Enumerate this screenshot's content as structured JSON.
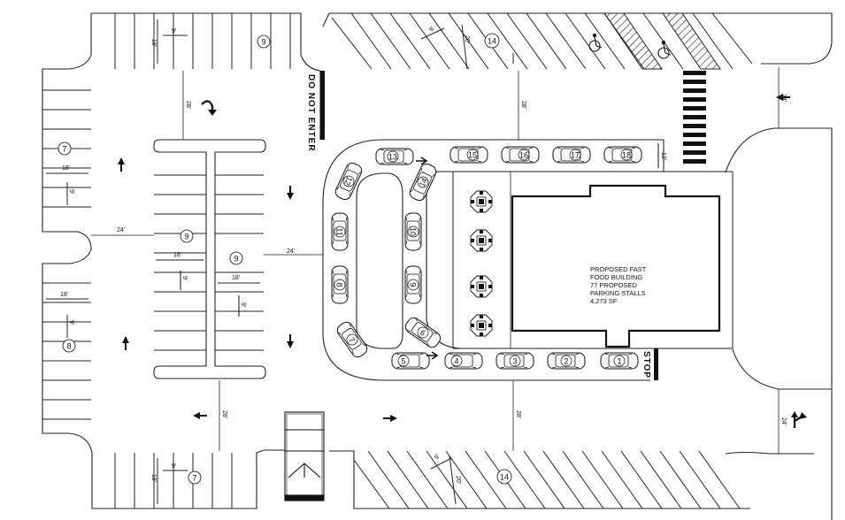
{
  "signs": {
    "do_not_enter": "DO NOT ENTER",
    "stop": "STOP"
  },
  "building": {
    "lines": [
      "PROPOSED FAST",
      "FOOD BUILDING",
      "77 PROPOSED",
      "PARKING STALLS",
      "4,273 SF"
    ]
  },
  "stall_counts": {
    "top_left": "9",
    "left_upper": "7",
    "center_upper": "9",
    "center_lower": "9",
    "left_lower": "8",
    "bottom_left": "7",
    "top_diagonal": "14",
    "bottom_diagonal": "14"
  },
  "queue_cars": [
    "1",
    "2",
    "3",
    "4",
    "5",
    "6",
    "7",
    "8",
    "9",
    "10",
    "11",
    "12",
    "13",
    "14",
    "15",
    "16",
    "17",
    "18"
  ],
  "dimensions": {
    "stall_width": "9'",
    "stall_depth": "18'",
    "aisle_24": "24'",
    "aisle_28": "28'",
    "diag_depth": "20'",
    "queue_width": "12'"
  },
  "icons": [
    "right-turn-arrow-icon",
    "handicap-icon",
    "crosswalk-icon",
    "directional-arrow-icon",
    "picnic-table-icon",
    "car-icon",
    "trash-enclosure-icon"
  ]
}
